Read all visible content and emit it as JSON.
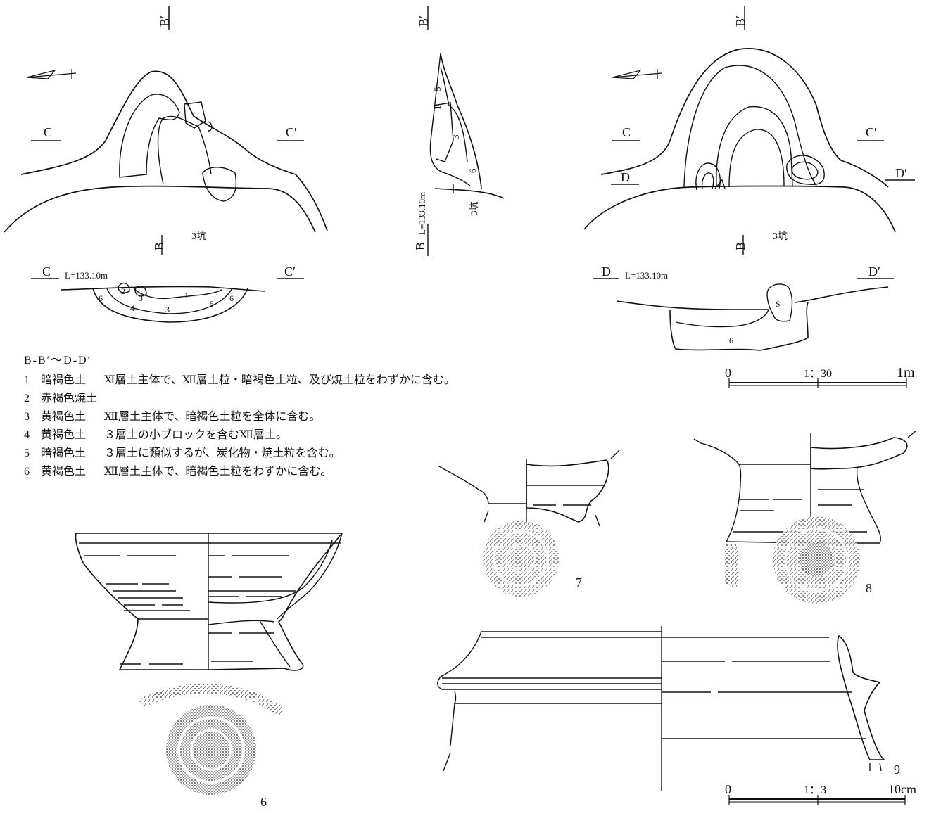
{
  "sections": {
    "plan_left": {
      "top": "B′",
      "bottom": "B",
      "left": "C",
      "right": "C′",
      "label": "3坑"
    },
    "section_cc": {
      "left": "C",
      "right": "C′",
      "level": "L=133.10m",
      "layers": [
        "6",
        "2",
        "3",
        "1",
        "4",
        "3",
        "5",
        "6"
      ]
    },
    "section_bb": {
      "top": "B′",
      "bottom": "B",
      "level": "L=133.10m",
      "label": "3坑",
      "layers": [
        "5",
        "1",
        "3",
        "6"
      ]
    },
    "plan_right": {
      "top": "B′",
      "bottom": "B",
      "c_left": "C",
      "c_right": "C′",
      "d_left": "D",
      "d_right": "D′",
      "label": "3坑"
    },
    "section_dd": {
      "left": "D",
      "right": "D′",
      "level": "L=133.10m",
      "stone": "S",
      "layer": "6"
    }
  },
  "legend": {
    "title": "B-B′～D-D′",
    "rows": [
      {
        "no": "1",
        "color": "暗褐色土",
        "desc": "Ⅺ層土主体で、Ⅻ層土粒・暗褐色土粒、及び焼土粒をわずかに含む。"
      },
      {
        "no": "2",
        "color": "赤褐色焼土",
        "desc": ""
      },
      {
        "no": "3",
        "color": "黄褐色土",
        "desc": "Ⅻ層土主体で、暗褐色土粒を全体に含む。"
      },
      {
        "no": "4",
        "color": "黄褐色土",
        "desc": "３層土の小ブロックを含むⅫ層土。"
      },
      {
        "no": "5",
        "color": "暗褐色土",
        "desc": "３層土に類似するが、炭化物・焼土粒を含む。"
      },
      {
        "no": "6",
        "color": "黄褐色土",
        "desc": "Ⅻ層土主体で、暗褐色土粒をわずかに含む。"
      }
    ]
  },
  "scales": {
    "top": {
      "zero": "0",
      "ratio": "1：30",
      "end": "1m"
    },
    "bottom": {
      "zero": "0",
      "ratio": "1：3",
      "end": "10cm"
    }
  },
  "artifacts": {
    "a6": "6",
    "a7": "7",
    "a8": "8",
    "a9": "9"
  }
}
